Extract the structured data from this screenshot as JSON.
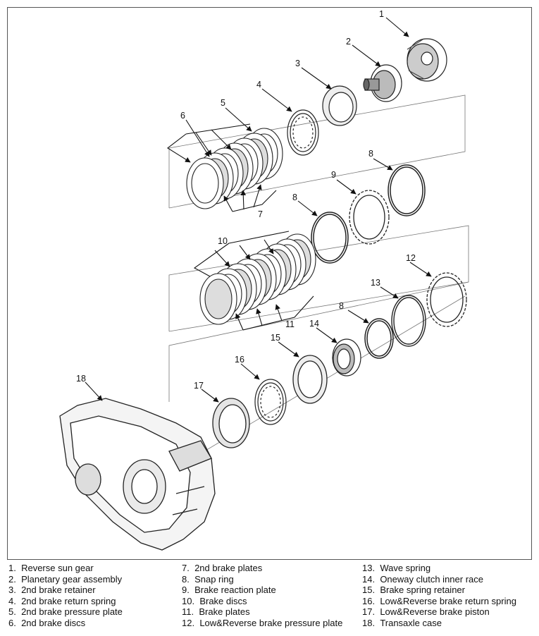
{
  "callouts": [
    "1",
    "2",
    "3",
    "4",
    "5",
    "6",
    "7",
    "8",
    "9",
    "8",
    "10",
    "11",
    "12",
    "13",
    "8",
    "14",
    "15",
    "16",
    "17",
    "18"
  ],
  "legend": [
    [
      "1.",
      "Reverse sun gear"
    ],
    [
      "2.",
      "Planetary gear assembly"
    ],
    [
      "3.",
      "2nd brake retainer"
    ],
    [
      "4.",
      "2nd brake return spring"
    ],
    [
      "5.",
      "2nd brake pressure plate"
    ],
    [
      "6.",
      "2nd brake discs"
    ],
    [
      "7.",
      "2nd brake plates"
    ],
    [
      "8.",
      "Snap ring"
    ],
    [
      "9.",
      "Brake reaction plate"
    ],
    [
      "10.",
      "Brake discs"
    ],
    [
      "11.",
      "Brake plates"
    ],
    [
      "12.",
      "Low&Reverse brake pressure plate"
    ],
    [
      "13.",
      "Wave spring"
    ],
    [
      "14.",
      "Oneway clutch inner race"
    ],
    [
      "15.",
      "Brake spring retainer"
    ],
    [
      "16.",
      "Low&Reverse brake return spring"
    ],
    [
      "17.",
      "Low&Reverse brake piston"
    ],
    [
      "18.",
      "Transaxle case"
    ]
  ]
}
